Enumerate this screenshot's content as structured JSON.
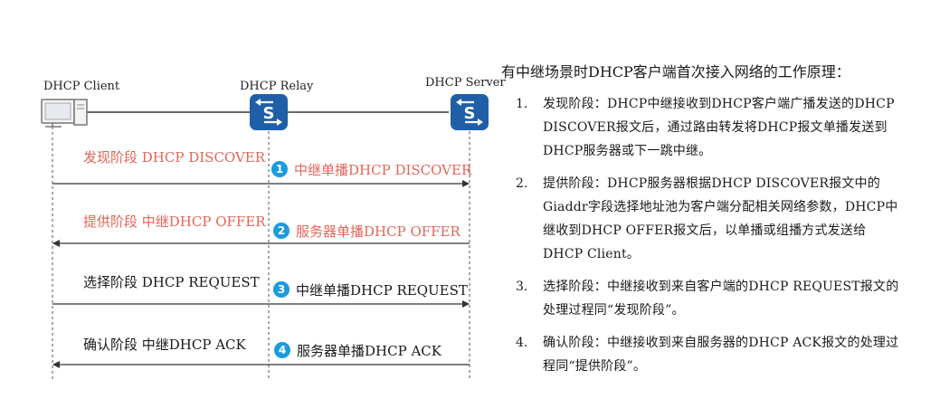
{
  "nodes": {
    "client": {
      "label": "DHCP Client"
    },
    "relay": {
      "label": "DHCP Relay"
    },
    "server": {
      "label": "DHCP Server"
    }
  },
  "steps": [
    {
      "left_label": "发现阶段 DHCP DISCOVER",
      "number": "1",
      "right_label": "中继单播DHCP DISCOVER",
      "direction": "to-server"
    },
    {
      "left_label": "提供阶段  中继DHCP OFFER",
      "number": "2",
      "right_label": "服务器单播DHCP OFFER",
      "direction": "to-client"
    },
    {
      "left_label": "选择阶段 DHCP REQUEST",
      "number": "3",
      "right_label": "中继单播DHCP REQUEST",
      "direction": "to-server"
    },
    {
      "left_label": "确认阶段 中继DHCP ACK",
      "number": "4",
      "right_label": "服务器单播DHCP ACK",
      "direction": "to-client"
    }
  ],
  "panel": {
    "title": "有中继场景时DHCP客户端首次接入网络的工作原理：",
    "items": [
      {
        "num": "1.",
        "text": "发现阶段：DHCP中继接收到DHCP客户端广播发送的DHCP DISCOVER报文后，通过路由转发将DHCP报文单播发送到DHCP服务器或下一跳中继。"
      },
      {
        "num": "2.",
        "text": "提供阶段：DHCP服务器根据DHCP DISCOVER报文中的Giaddr字段选择地址池为客户端分配相关网络参数，DHCP中继收到DHCP OFFER报文后，以单播或组播方式发送给DHCP Client。"
      },
      {
        "num": "3.",
        "text": "选择阶段：中继接收到来自客户端的DHCP REQUEST报文的处理过程同“发现阶段”。"
      },
      {
        "num": "4.",
        "text": "确认阶段：中继接收到来自服务器的DHCP ACK报文的处理过程同“提供阶段”。"
      }
    ]
  },
  "colors": {
    "switch": "#1f5fa8",
    "badge": "#1a9be0",
    "red_label": "#e1665a",
    "line": "#333333"
  }
}
